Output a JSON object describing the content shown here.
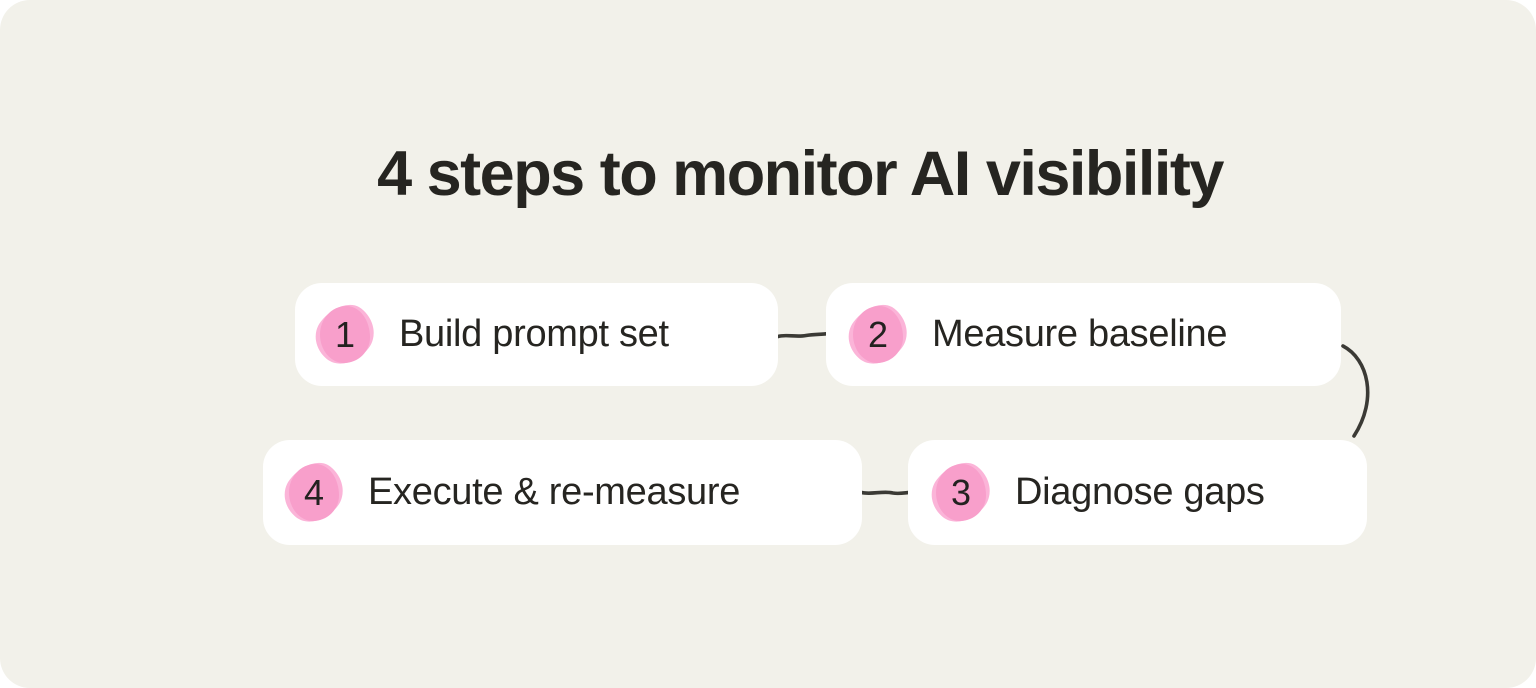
{
  "title": "4 steps to monitor AI visibility",
  "steps": [
    {
      "number": "1",
      "label": "Build prompt set"
    },
    {
      "number": "2",
      "label": "Measure baseline"
    },
    {
      "number": "3",
      "label": "Diagnose gaps"
    },
    {
      "number": "4",
      "label": "Execute & re-measure"
    }
  ],
  "connections": [
    {
      "from": "1",
      "to": "2",
      "shape": "short horizontal hand-drawn line"
    },
    {
      "from": "2",
      "to": "3",
      "shape": "curved hand-drawn arc on right side"
    },
    {
      "from": "4",
      "to": "3",
      "shape": "short horizontal hand-drawn line"
    }
  ],
  "colors": {
    "page_bg": "#ffffff",
    "canvas_bg": "#f2f1ea",
    "card_bg": "#ffffff",
    "accent_pink": "#f89fcb",
    "accent_pink_light": "#fbb4d8",
    "text": "#262521",
    "connector": "#3b3a35"
  }
}
